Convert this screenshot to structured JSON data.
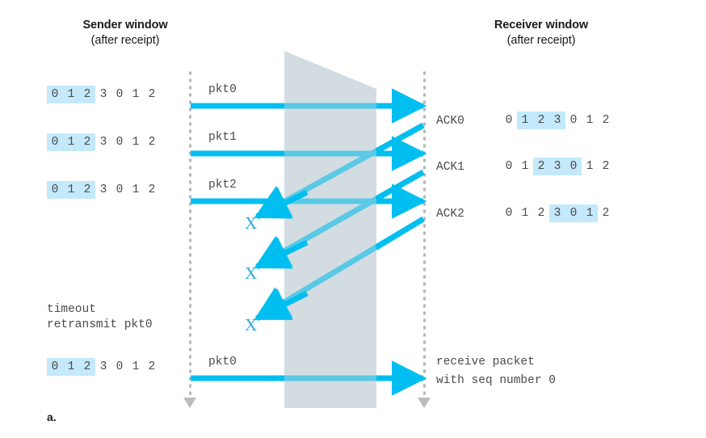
{
  "figure": {
    "panel_label": "a.",
    "colors": {
      "arrow": "#00bff0",
      "arrow_dark": "#29abe2",
      "window_highlight": "#c3e9fa",
      "medium": "#d4dde2",
      "timeline": "#b6b6b6",
      "text": "#4a4a4a",
      "heading": "#1b1b1b"
    }
  },
  "sender": {
    "title": "Sender window",
    "subtitle": "(after receipt)",
    "windows": [
      {
        "digits": [
          "0",
          "1",
          "2",
          "3",
          "0",
          "1",
          "2"
        ],
        "highlight": [
          0,
          1,
          2
        ]
      },
      {
        "digits": [
          "0",
          "1",
          "2",
          "3",
          "0",
          "1",
          "2"
        ],
        "highlight": [
          0,
          1,
          2
        ]
      },
      {
        "digits": [
          "0",
          "1",
          "2",
          "3",
          "0",
          "1",
          "2"
        ],
        "highlight": [
          0,
          1,
          2
        ]
      },
      {
        "digits": [
          "0",
          "1",
          "2",
          "3",
          "0",
          "1",
          "2"
        ],
        "highlight": [
          0,
          1,
          2
        ]
      }
    ],
    "events": [
      {
        "label": "pkt0"
      },
      {
        "label": "pkt1"
      },
      {
        "label": "pkt2"
      },
      {
        "label": "timeout"
      },
      {
        "label": "retransmit pkt0"
      },
      {
        "label": "pkt0"
      }
    ],
    "timeout_line1": "timeout",
    "timeout_line2": "retransmit pkt0"
  },
  "receiver": {
    "title": "Receiver window",
    "subtitle": "(after receipt)",
    "acks": [
      {
        "label": "ACK0",
        "digits": [
          "0",
          "1",
          "2",
          "3",
          "0",
          "1",
          "2"
        ],
        "highlight": [
          1,
          2,
          3
        ]
      },
      {
        "label": "ACK1",
        "digits": [
          "0",
          "1",
          "2",
          "3",
          "0",
          "1",
          "2"
        ],
        "highlight": [
          2,
          3,
          4
        ]
      },
      {
        "label": "ACK2",
        "digits": [
          "0",
          "1",
          "2",
          "3",
          "0",
          "1",
          "2"
        ],
        "highlight": [
          3,
          4,
          5
        ]
      }
    ],
    "note_line1": "receive packet",
    "note_line2": "with seq number 0"
  },
  "packets": {
    "pkt0_first": "pkt0",
    "pkt1": "pkt1",
    "pkt2": "pkt2",
    "pkt0_retransmit": "pkt0"
  },
  "loss_markers": [
    {
      "symbol": "X",
      "note": "ACK0 lost"
    },
    {
      "symbol": "X",
      "note": "ACK1 lost"
    },
    {
      "symbol": "X",
      "note": "ACK2 lost"
    }
  ]
}
